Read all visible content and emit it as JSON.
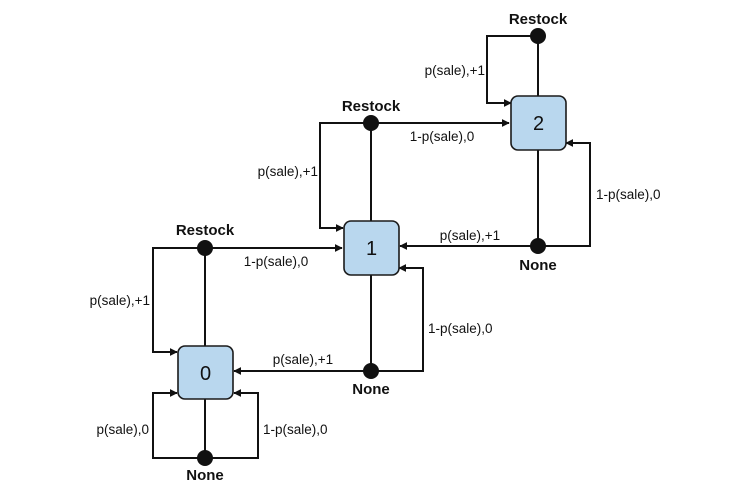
{
  "states": {
    "s0": "0",
    "s1": "1",
    "s2": "2"
  },
  "actions": {
    "restock": "Restock",
    "none": "None"
  },
  "transitions": {
    "p_sale_plus1": "p(sale),+1",
    "one_minus_p_sale_0": "1-p(sale),0",
    "p_sale_0": "p(sale),0"
  }
}
